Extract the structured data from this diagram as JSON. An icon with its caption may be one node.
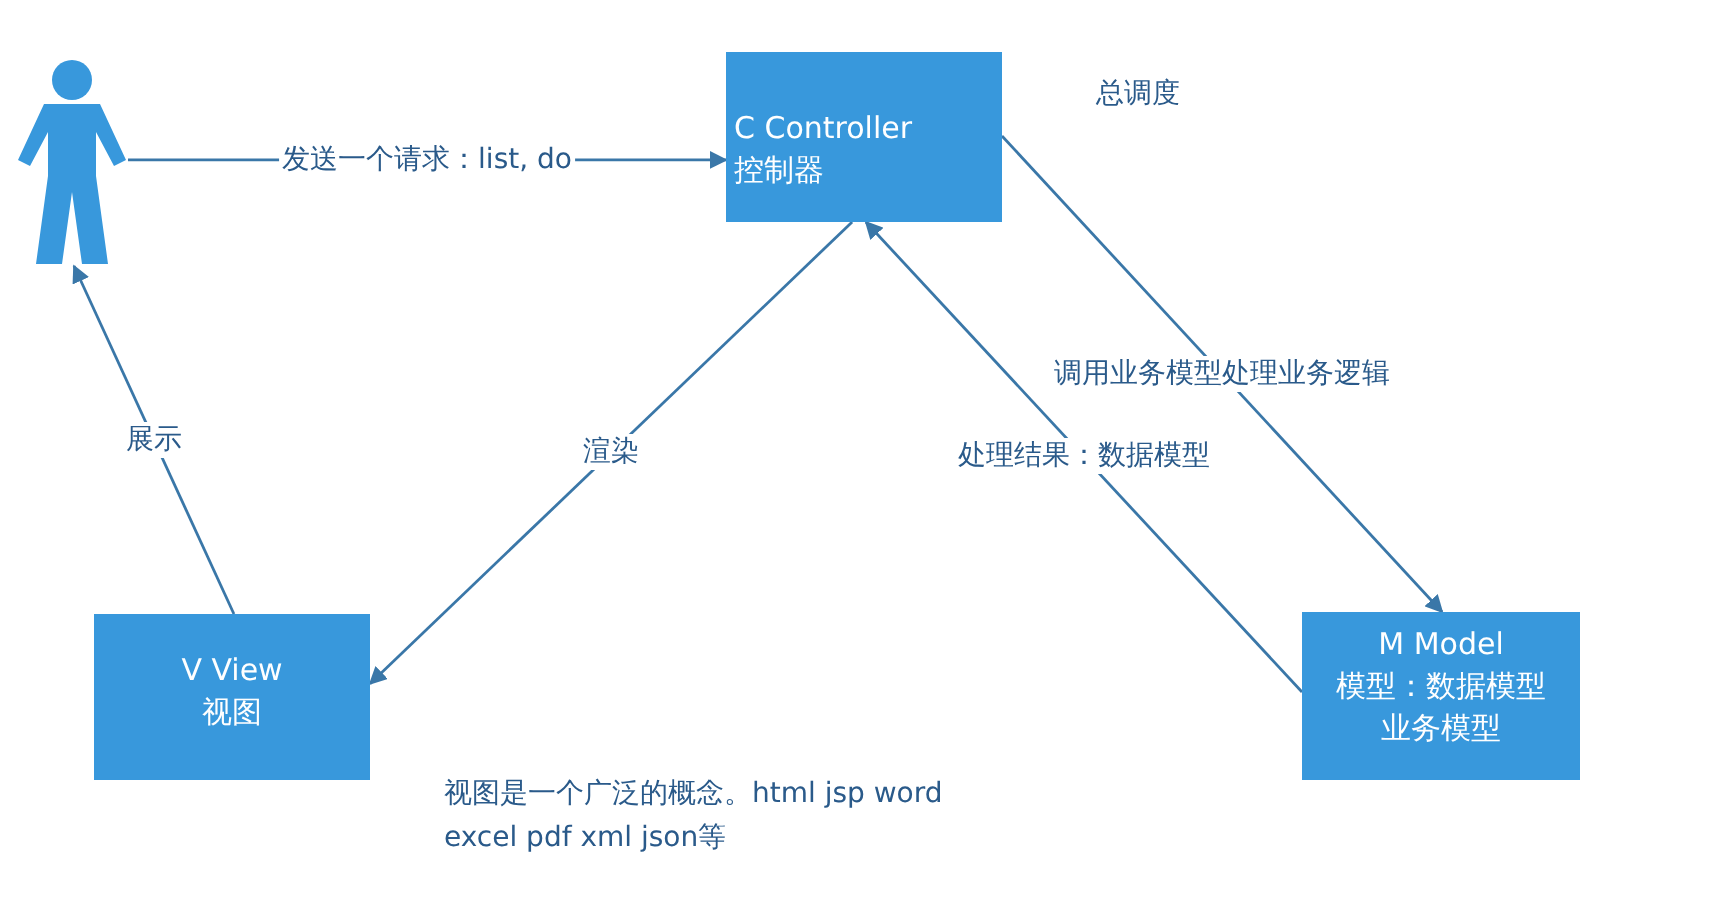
{
  "diagram": {
    "nodes": [
      {
        "text": [],
        "shape": "person"
      },
      {
        "text": [
          "C  Controller",
          "控制器"
        ]
      },
      {
        "text": [
          "V  View",
          "视图"
        ]
      },
      {
        "text": [
          "M  Model",
          "模型：数据模型",
          "业务模型"
        ]
      }
    ],
    "edges": [
      {
        "from": 0,
        "to": 1,
        "arrow": "to",
        "label": "发送一个请求：list, do"
      },
      {
        "from": 1,
        "to": 3,
        "arrow": "to",
        "label": "调用业务模型处理业务逻辑"
      },
      {
        "from": 3,
        "to": 1,
        "arrow": "to",
        "label": "处理结果：数据模型"
      },
      {
        "from": 1,
        "to": 2,
        "arrow": "to",
        "label": "渲染"
      },
      {
        "from": 2,
        "to": 0,
        "arrow": "to",
        "label": "展示"
      }
    ],
    "labels": [
      "总调度",
      "视图是一个广泛的概念。html  jsp word  excel  pdf xml  json等"
    ]
  }
}
